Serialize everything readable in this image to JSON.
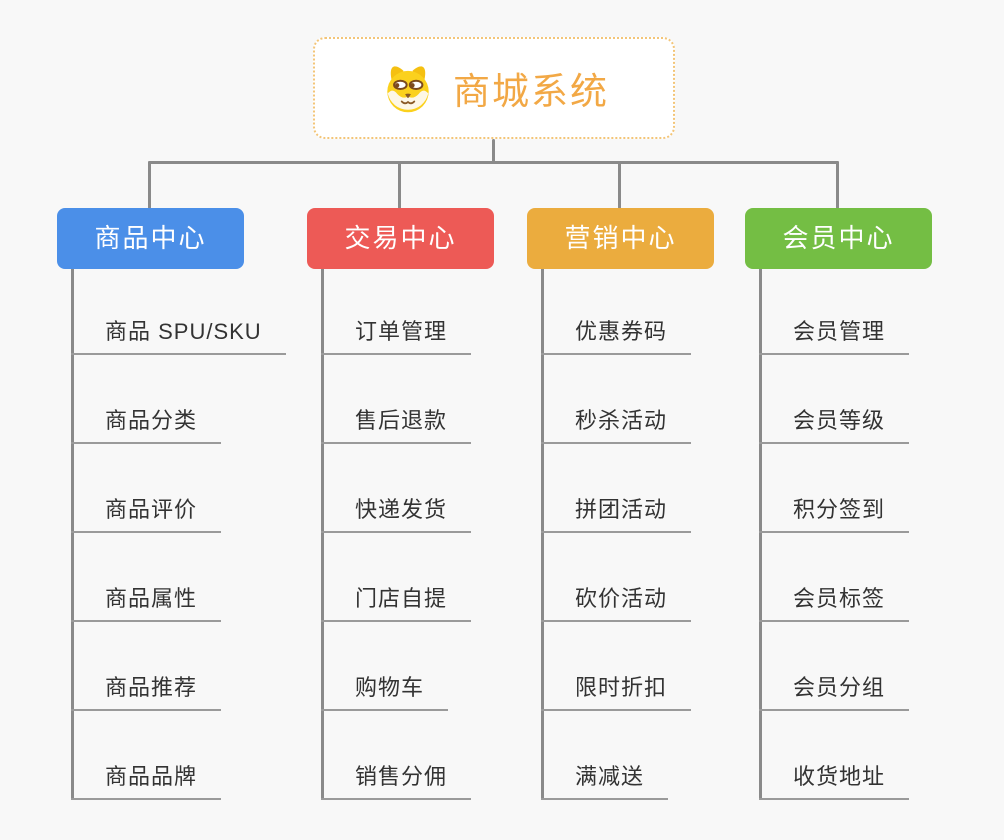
{
  "root": {
    "title": "商城系统",
    "title_color": "#f2a845",
    "border_color": "#f3c578",
    "icon": "doge-icon"
  },
  "connector_color": "#8a8a8a",
  "underline_color": "#9a9a9a",
  "branches": [
    {
      "label": "商品中心",
      "color": "#4b8fe8",
      "items": [
        "商品 SPU/SKU",
        "商品分类",
        "商品评价",
        "商品属性",
        "商品推荐",
        "商品品牌"
      ]
    },
    {
      "label": "交易中心",
      "color": "#ed5a56",
      "items": [
        "订单管理",
        "售后退款",
        "快递发货",
        "门店自提",
        "购物车",
        "销售分佣"
      ]
    },
    {
      "label": "营销中心",
      "color": "#ebac3e",
      "items": [
        "优惠券码",
        "秒杀活动",
        "拼团活动",
        "砍价活动",
        "限时折扣",
        "满减送"
      ]
    },
    {
      "label": "会员中心",
      "color": "#74be44",
      "items": [
        "会员管理",
        "会员等级",
        "积分签到",
        "会员标签",
        "会员分组",
        "收货地址"
      ]
    }
  ]
}
